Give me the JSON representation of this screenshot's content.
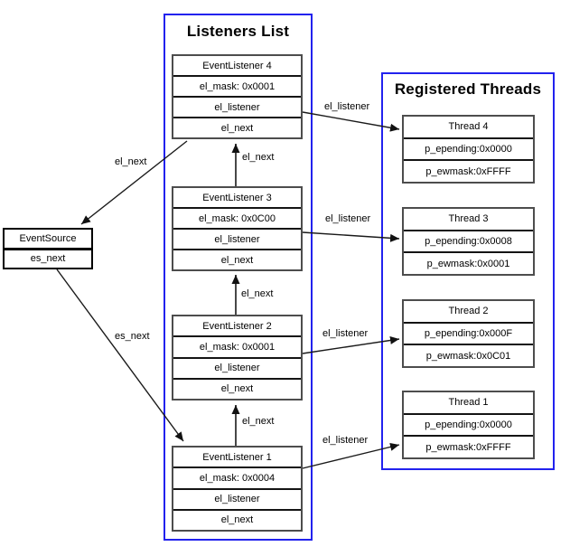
{
  "listeners": {
    "title": "Listeners List",
    "items": [
      {
        "rows": [
          "EventListener 4",
          "el_mask: 0x0001",
          "el_listener",
          "el_next"
        ]
      },
      {
        "rows": [
          "EventListener 3",
          "el_mask: 0x0C00",
          "el_listener",
          "el_next"
        ]
      },
      {
        "rows": [
          "EventListener 2",
          "el_mask: 0x0001",
          "el_listener",
          "el_next"
        ]
      },
      {
        "rows": [
          "EventListener 1",
          "el_mask: 0x0004",
          "el_listener",
          "el_next"
        ]
      }
    ]
  },
  "threads": {
    "title": "Registered Threads",
    "items": [
      {
        "rows": [
          "Thread 4",
          "p_epending:0x0000",
          "p_ewmask:0xFFFF"
        ]
      },
      {
        "rows": [
          "Thread 3",
          "p_epending:0x0008",
          "p_ewmask:0x0001"
        ]
      },
      {
        "rows": [
          "Thread 2",
          "p_epending:0x000F",
          "p_ewmask:0x0C01"
        ]
      },
      {
        "rows": [
          "Thread 1",
          "p_epending:0x0000",
          "p_ewmask:0xFFFF"
        ]
      }
    ]
  },
  "event_source": {
    "rows": [
      "EventSource",
      "es_next"
    ]
  },
  "edge_labels": {
    "el_next_4_to_source": "el_next",
    "el_next_3_to_4": "el_next",
    "el_next_2_to_3": "el_next",
    "el_next_1_to_2": "el_next",
    "es_next": "es_next",
    "el_listener_4": "el_listener",
    "el_listener_3": "el_listener",
    "el_listener_2": "el_listener",
    "el_listener_1": "el_listener"
  },
  "colors": {
    "container_border": "#2222ee",
    "record_border": "#4d4d4d",
    "record_divider": "#141414",
    "source_border": "#000000",
    "arrow": "#1a1a1a",
    "text": "#000000",
    "background": "#ffffff"
  }
}
